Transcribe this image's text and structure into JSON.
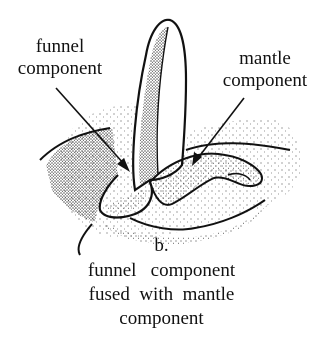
{
  "labels": {
    "funnel": "funnel\ncomponent",
    "mantle": "mantle\ncomponent"
  },
  "caption": {
    "letter": "b.",
    "text": "funnel   component\nfused  with  mantle\ncomponent"
  },
  "colors": {
    "ink": "#111111",
    "background": "#ffffff"
  }
}
